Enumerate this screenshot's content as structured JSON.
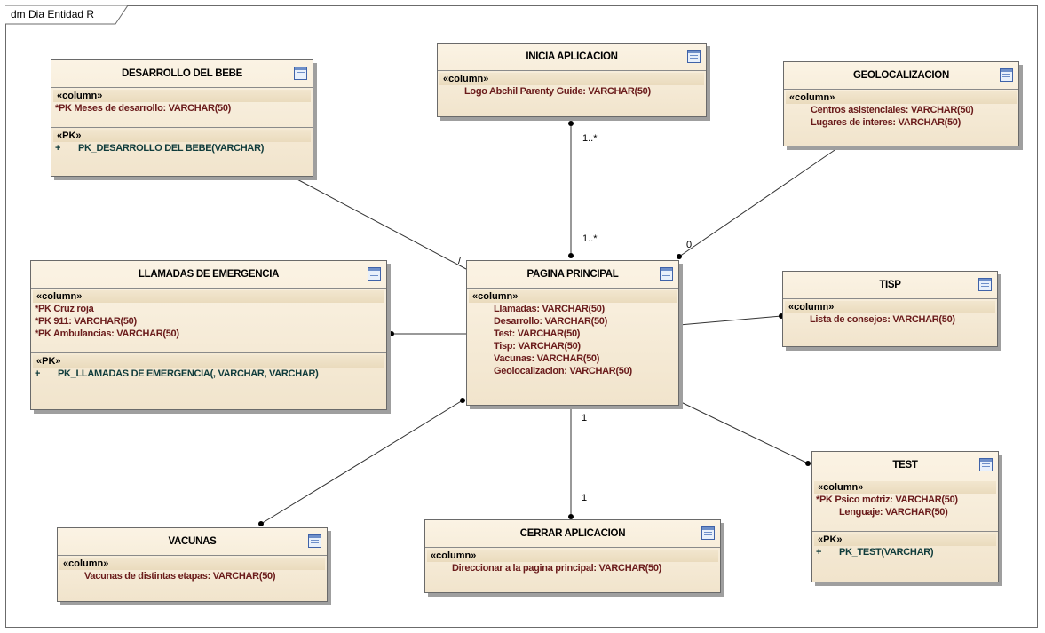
{
  "frame": {
    "title": "dm Dia Entidad R"
  },
  "entities": {
    "desarrollo": {
      "title": "DESARROLLO DEL BEBE",
      "column_stereotype": "«column»",
      "columns": [
        "*PK  Meses de desarrollo:  VARCHAR(50)"
      ],
      "pk_stereotype": "«PK»",
      "ops": [
        {
          "vis": "+",
          "text": "PK_DESARROLLO DEL BEBE(VARCHAR)"
        }
      ]
    },
    "inicia": {
      "title": "INICIA APLICACION",
      "column_stereotype": "«column»",
      "columns": [
        "Logo Abchil Parenty Guide:  VARCHAR(50)"
      ]
    },
    "geo": {
      "title": "GEOLOCALIZACION",
      "column_stereotype": "«column»",
      "columns": [
        "Centros asistenciales:  VARCHAR(50)",
        "Lugares de interes:  VARCHAR(50)"
      ]
    },
    "llamadas": {
      "title": "LLAMADAS DE EMERGENCIA",
      "column_stereotype": "«column»",
      "columns": [
        "*PK  Cruz roja",
        "*PK  911:  VARCHAR(50)",
        "*PK  Ambulancias:  VARCHAR(50)"
      ],
      "pk_stereotype": "«PK»",
      "ops": [
        {
          "vis": "+",
          "text": "PK_LLAMADAS DE EMERGENCIA(, VARCHAR, VARCHAR)"
        }
      ]
    },
    "pagina": {
      "title": "PAGINA PRINCIPAL",
      "column_stereotype": "«column»",
      "columns": [
        "Llamadas:  VARCHAR(50)",
        "Desarrollo:  VARCHAR(50)",
        "Test:  VARCHAR(50)",
        "Tisp:  VARCHAR(50)",
        "Vacunas:  VARCHAR(50)",
        "Geolocalizacion:  VARCHAR(50)"
      ]
    },
    "tisp": {
      "title": "TISP",
      "column_stereotype": "«column»",
      "columns": [
        "Lista de consejos:  VARCHAR(50)"
      ]
    },
    "test": {
      "title": "TEST",
      "column_stereotype": "«column»",
      "columns": [
        "*PK  Psico motriz:  VARCHAR(50)",
        "Lenguaje:  VARCHAR(50)"
      ],
      "pk_stereotype": "«PK»",
      "ops": [
        {
          "vis": "+",
          "text": "PK_TEST(VARCHAR)"
        }
      ]
    },
    "vacunas": {
      "title": "VACUNAS",
      "column_stereotype": "«column»",
      "columns": [
        "Vacunas de distintas etapas:  VARCHAR(50)"
      ]
    },
    "cerrar": {
      "title": "CERRAR APLICACION",
      "column_stereotype": "«column»",
      "columns": [
        "Direccionar a la pagina principal:  VARCHAR(50)"
      ]
    }
  },
  "multiplicities": {
    "inicia_src": "1..*",
    "inicia_dst": "1..*",
    "geo_dst": "0",
    "desarrollo_dst": "/",
    "cerrar_src": "1",
    "cerrar_dst": "1"
  }
}
